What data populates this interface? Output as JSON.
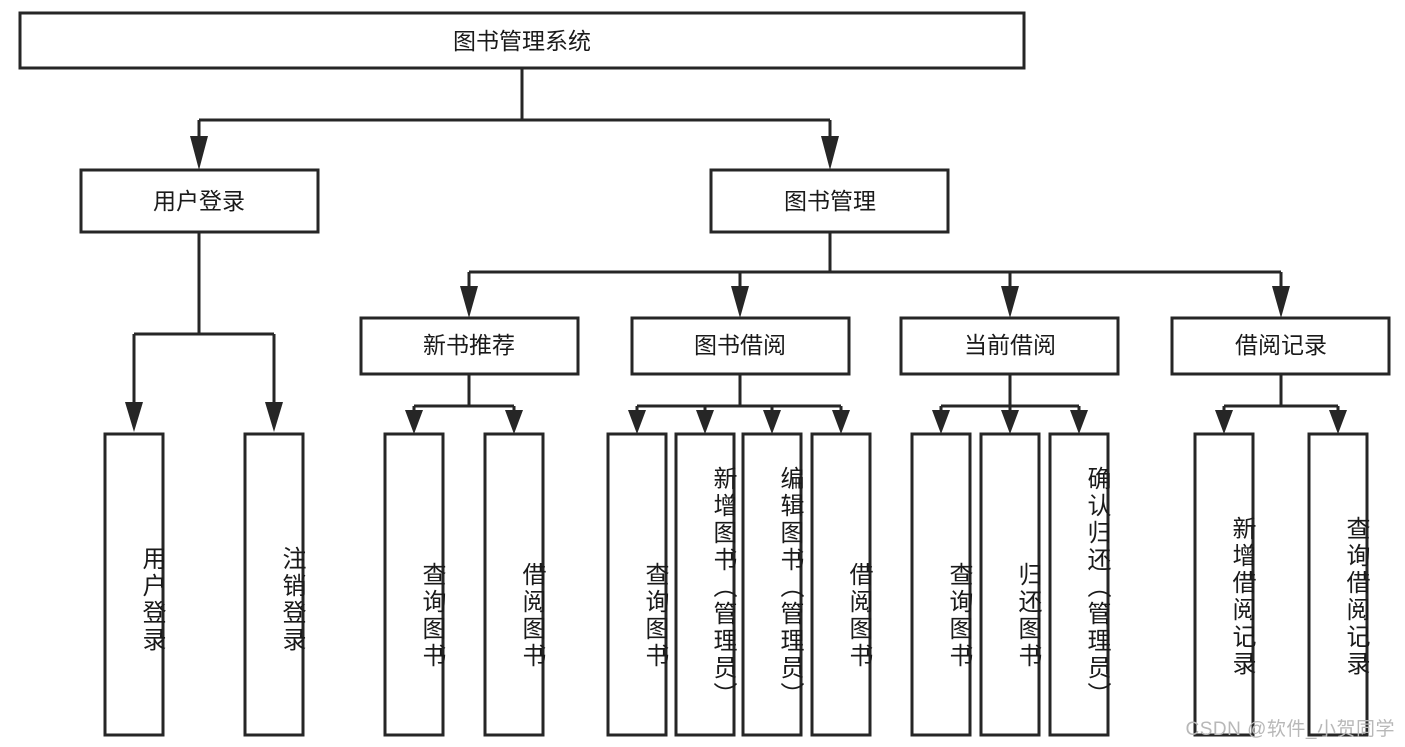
{
  "diagram": {
    "type": "tree-hierarchy-diagram",
    "title": "图书管理系统",
    "orientation": "top-down",
    "colors": {
      "box_fill": "#ffffff",
      "box_stroke": "#262626",
      "connector": "#262626",
      "text": "#1a1a1a",
      "watermark": "#b8b8b8",
      "background": "#ffffff"
    },
    "root": {
      "label": "图书管理系统",
      "level": 0
    },
    "level2": [
      {
        "label": "用户登录"
      },
      {
        "label": "图书管理"
      }
    ],
    "level3": [
      {
        "label": "新书推荐"
      },
      {
        "label": "图书借阅"
      },
      {
        "label": "当前借阅"
      },
      {
        "label": "借阅记录"
      }
    ],
    "leaves": {
      "user_login": [
        {
          "label": "用户登录"
        },
        {
          "label": "注销登录"
        }
      ],
      "new_book_recommend": [
        {
          "label": "查询图书"
        },
        {
          "label": "借阅图书"
        }
      ],
      "book_borrow": [
        {
          "label": "查询图书"
        },
        {
          "label": "新增图书（管理员）"
        },
        {
          "label": "编辑图书（管理员）"
        },
        {
          "label": "借阅图书"
        }
      ],
      "current_borrow": [
        {
          "label": "查询图书"
        },
        {
          "label": "归还图书"
        },
        {
          "label": "确认归还（管理员）"
        }
      ],
      "borrow_record": [
        {
          "label": "新增借阅记录"
        },
        {
          "label": "查询借阅记录"
        }
      ]
    }
  },
  "watermark": {
    "text": "CSDN @软件_小贺同学"
  }
}
